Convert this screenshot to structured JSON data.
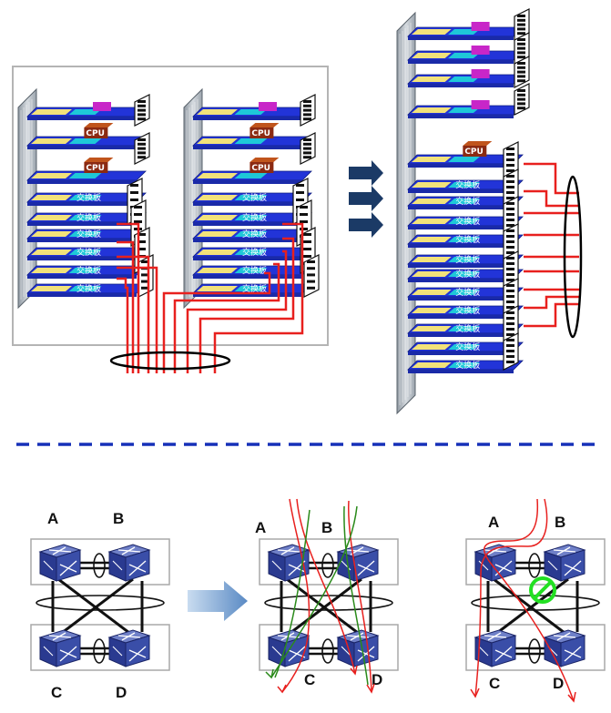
{
  "colors": {
    "link_red": "#e8201e",
    "board_blue": "#2234d8",
    "board_cyan": "#1ec8d8",
    "board_yellow": "#f2e27a",
    "cpu_brown": "#8b2a12",
    "arrow_navy": "#1b3a66",
    "dash_blue": "#1630b8",
    "switch_blue": "#3a4ea8",
    "flow_green": "#2a8a1a",
    "block_green": "#22e022"
  },
  "chassis": {
    "cpu_label": "CPU",
    "switch_label": "交换板"
  },
  "topology": {
    "node_a": "A",
    "node_b": "B",
    "node_c": "C",
    "node_d": "D",
    "icon_block": "no-entry-icon"
  }
}
